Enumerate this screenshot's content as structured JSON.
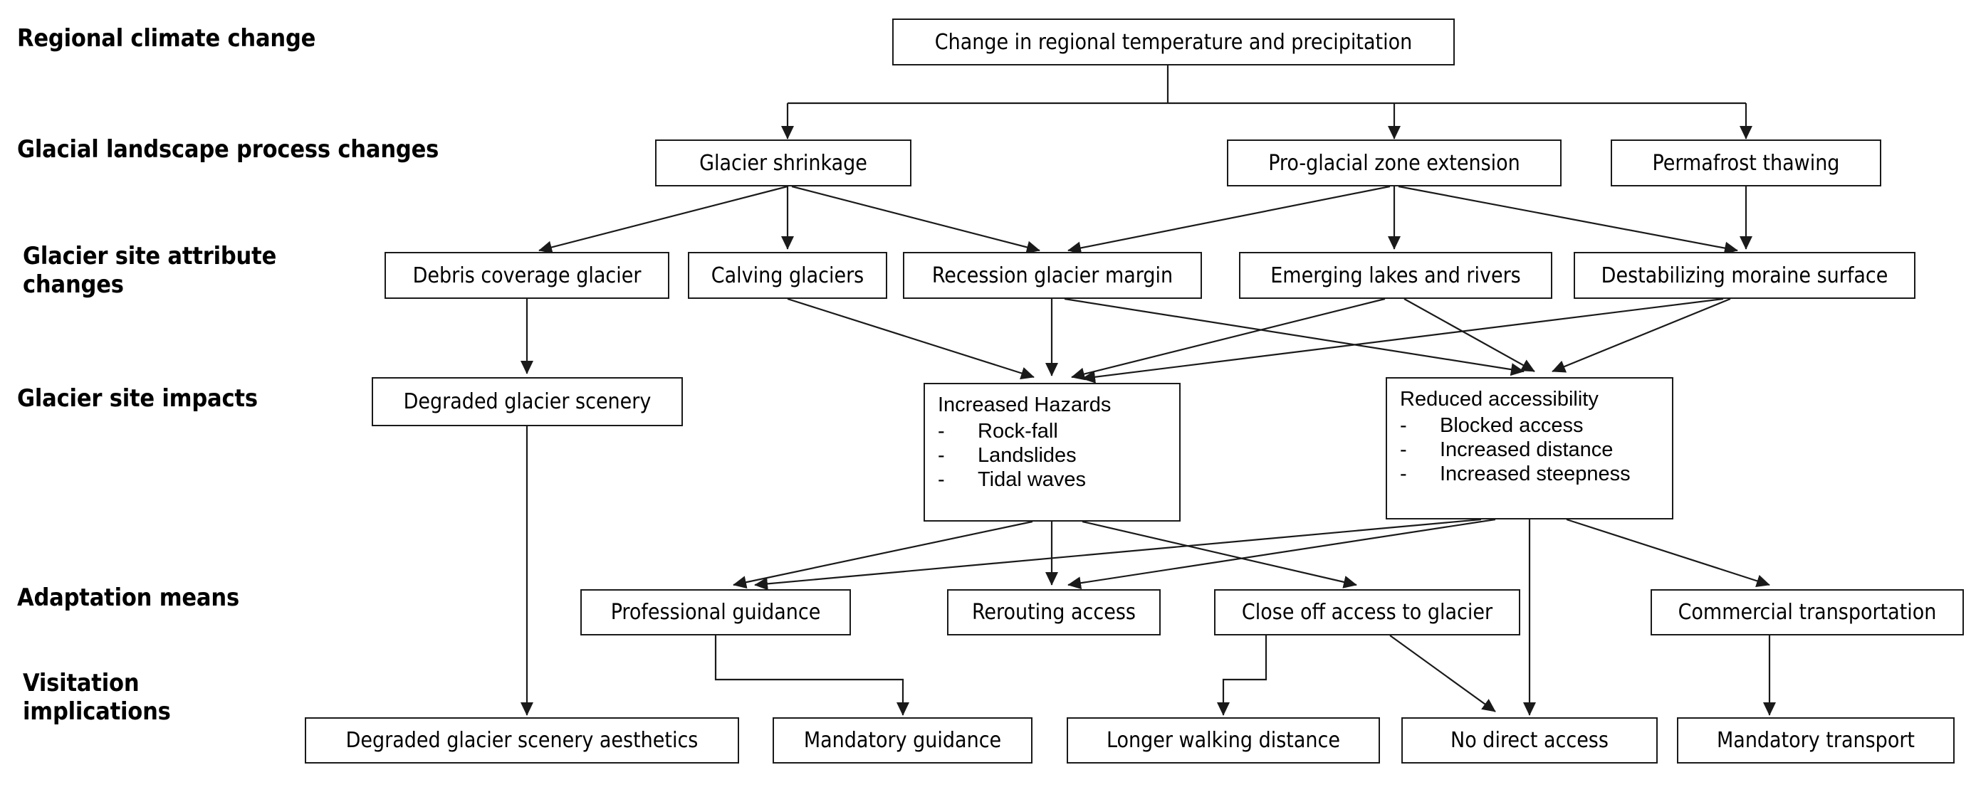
{
  "diagram": {
    "title": "Glacier climate change impacts and adaptation flowchart",
    "line_color": "#1a1a1a",
    "box_fill": "#ffffff"
  },
  "row_labels": [
    {
      "id": "regional-climate-change",
      "text": "Regional climate change"
    },
    {
      "id": "glacial-landscape-process-changes",
      "text": "Glacial  landscape process changes"
    },
    {
      "id": "glacier-site-attribute-changes",
      "text": "Glacier site attribute\nchanges"
    },
    {
      "id": "glacier-site-impacts",
      "text": "Glacier site impacts"
    },
    {
      "id": "adaptation-means",
      "text": "Adaptation means"
    },
    {
      "id": "visitation-implications",
      "text": "Visitation\nimplications"
    }
  ],
  "nodes": {
    "change_regional": "Change in regional temperature and precipitation",
    "glacier_shrinkage": "Glacier shrinkage",
    "proglacial_zone": "Pro-glacial zone extension",
    "permafrost_thawing": "Permafrost thawing",
    "debris_coverage": "Debris coverage glacier",
    "calving_glaciers": "Calving glaciers",
    "recession_margin": "Recession glacier margin",
    "emerging_lakes": "Emerging lakes and rivers",
    "destabilizing_moraine": "Destabilizing moraine surface",
    "degraded_scenery": "Degraded glacier scenery",
    "increased_hazards_title": "Increased Hazards",
    "increased_hazards_items": [
      "Rock-fall",
      "Landslides",
      "Tidal waves"
    ],
    "reduced_access_title": "Reduced accessibility",
    "reduced_access_items": [
      "Blocked access",
      "Increased distance",
      "Increased steepness"
    ],
    "professional_guidance": "Professional guidance",
    "rerouting_access": "Rerouting access",
    "close_off_access": "Close off access to glacier",
    "commercial_transportation": "Commercial transportation",
    "degraded_scenery_aesthetics": "Degraded glacier scenery aesthetics",
    "mandatory_guidance": "Mandatory guidance",
    "longer_walking_distance": "Longer walking distance",
    "no_direct_access": "No direct access",
    "mandatory_transport": "Mandatory transport"
  },
  "bullet_marker": "-",
  "chart_data": {
    "type": "diagram",
    "title": "Glacier climate change impact cascade",
    "tiers": [
      {
        "label": "Regional climate change",
        "nodes": [
          "Change in regional temperature and precipitation"
        ]
      },
      {
        "label": "Glacial  landscape process changes",
        "nodes": [
          "Glacier shrinkage",
          "Pro-glacial zone extension",
          "Permafrost thawing"
        ]
      },
      {
        "label": "Glacier site attribute changes",
        "nodes": [
          "Debris coverage glacier",
          "Calving glaciers",
          "Recession glacier margin",
          "Emerging lakes and rivers",
          "Destabilizing moraine surface"
        ]
      },
      {
        "label": "Glacier site impacts",
        "nodes": [
          "Degraded glacier scenery",
          "Increased Hazards",
          "Reduced accessibility"
        ]
      },
      {
        "label": "Adaptation means",
        "nodes": [
          "Professional guidance",
          "Rerouting access",
          "Close off access to glacier",
          "Commercial transportation"
        ]
      },
      {
        "label": "Visitation implications",
        "nodes": [
          "Degraded glacier scenery aesthetics",
          "Mandatory guidance",
          "Longer walking distance",
          "No direct access",
          "Mandatory transport"
        ]
      }
    ],
    "edges": [
      [
        "Change in regional temperature and precipitation",
        "Glacier shrinkage"
      ],
      [
        "Change in regional temperature and precipitation",
        "Pro-glacial zone extension"
      ],
      [
        "Change in regional temperature and precipitation",
        "Permafrost thawing"
      ],
      [
        "Glacier shrinkage",
        "Debris coverage glacier"
      ],
      [
        "Glacier shrinkage",
        "Calving glaciers"
      ],
      [
        "Glacier shrinkage",
        "Recession glacier margin"
      ],
      [
        "Pro-glacial zone extension",
        "Recession glacier margin"
      ],
      [
        "Pro-glacial zone extension",
        "Emerging lakes and rivers"
      ],
      [
        "Pro-glacial zone extension",
        "Destabilizing moraine surface"
      ],
      [
        "Permafrost thawing",
        "Destabilizing moraine surface"
      ],
      [
        "Debris coverage glacier",
        "Degraded glacier scenery"
      ],
      [
        "Calving glaciers",
        "Increased Hazards"
      ],
      [
        "Recession glacier margin",
        "Increased Hazards"
      ],
      [
        "Recession glacier margin",
        "Reduced accessibility"
      ],
      [
        "Emerging lakes and rivers",
        "Increased Hazards"
      ],
      [
        "Emerging lakes and rivers",
        "Reduced accessibility"
      ],
      [
        "Destabilizing moraine surface",
        "Increased Hazards"
      ],
      [
        "Destabilizing moraine surface",
        "Reduced accessibility"
      ],
      [
        "Degraded glacier scenery",
        "Degraded glacier scenery aesthetics"
      ],
      [
        "Increased Hazards",
        "Professional guidance"
      ],
      [
        "Increased Hazards",
        "Rerouting access"
      ],
      [
        "Increased Hazards",
        "Close off access to glacier"
      ],
      [
        "Reduced accessibility",
        "Professional guidance"
      ],
      [
        "Reduced accessibility",
        "Rerouting access"
      ],
      [
        "Reduced accessibility",
        "Commercial transportation"
      ],
      [
        "Reduced accessibility",
        "No direct access"
      ],
      [
        "Professional guidance",
        "Mandatory guidance"
      ],
      [
        "Rerouting access",
        "Longer walking distance"
      ],
      [
        "Close off access to glacier",
        "No direct access"
      ],
      [
        "Commercial transportation",
        "Mandatory transport"
      ]
    ]
  }
}
